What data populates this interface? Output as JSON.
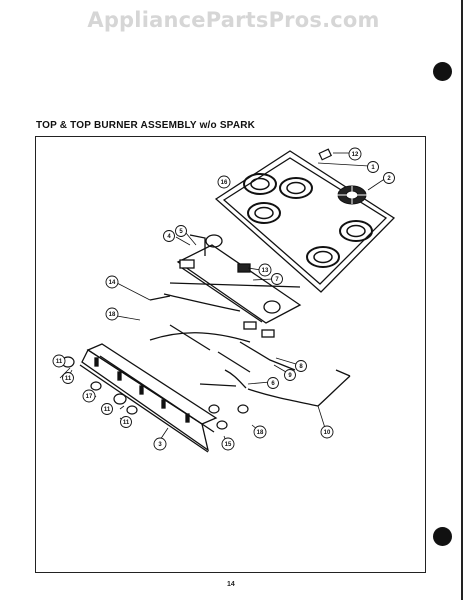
{
  "watermark": "AppliancePartsPros.com",
  "title": "TOP & TOP BURNER ASSEMBLY w/o SPARK",
  "page_number": "14",
  "callouts": [
    "12",
    "1",
    "2",
    "16",
    "4",
    "5",
    "13",
    "7",
    "14",
    "18",
    "11",
    "8",
    "9",
    "6",
    "11",
    "17",
    "11",
    "11",
    "3",
    "15",
    "18",
    "10"
  ]
}
